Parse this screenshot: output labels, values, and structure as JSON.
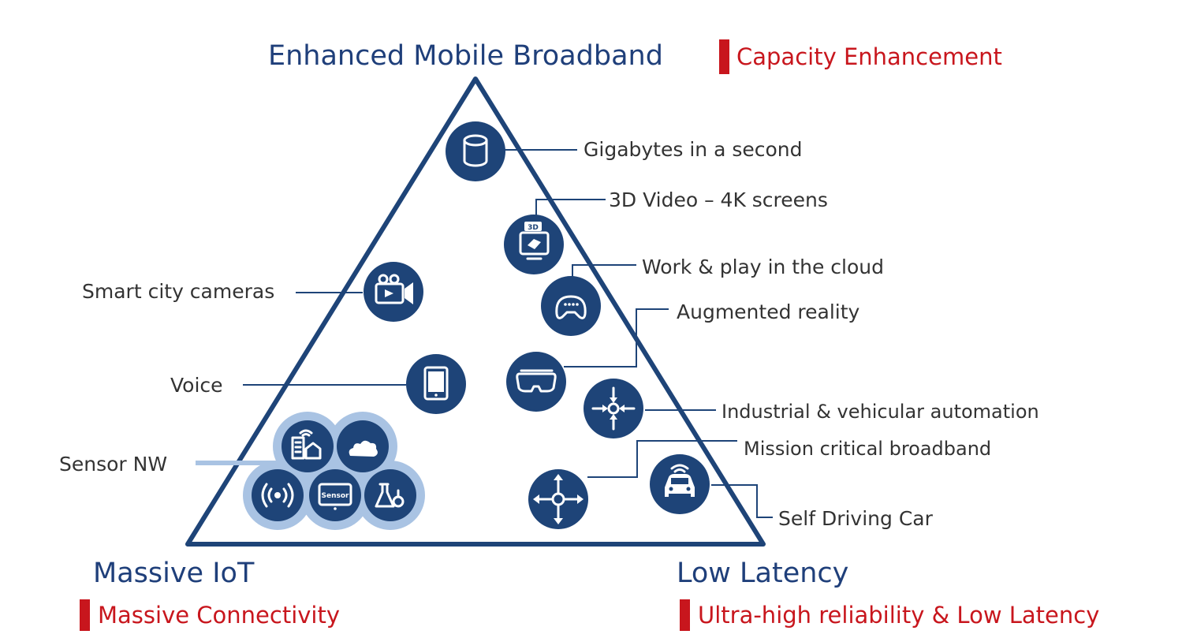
{
  "colors": {
    "navy": "#1e4478",
    "accent_red": "#c8161d",
    "label_gray": "#333333",
    "sensor_cluster_bg": "#a9c3e3"
  },
  "corners": {
    "top": {
      "title": "Enhanced Mobile Broadband",
      "subtitle": "Capacity Enhancement"
    },
    "bottom_left": {
      "title": "Massive IoT",
      "subtitle": "Massive Connectivity"
    },
    "bottom_right": {
      "title": "Low Latency",
      "subtitle": "Ultra-high reliability & Low Latency"
    }
  },
  "use_cases": [
    {
      "id": "gigabytes",
      "label": "Gigabytes in a second",
      "icon": "database-icon"
    },
    {
      "id": "video3d",
      "label": "3D Video – 4K screens",
      "icon": "3d-screen-icon"
    },
    {
      "id": "cloud_play",
      "label": "Work & play in the cloud",
      "icon": "gamepad-icon"
    },
    {
      "id": "ar",
      "label": "Augmented reality",
      "icon": "vr-headset-icon"
    },
    {
      "id": "smart_city",
      "label": "Smart city cameras",
      "icon": "video-camera-icon"
    },
    {
      "id": "voice",
      "label": "Voice",
      "icon": "tablet-icon"
    },
    {
      "id": "industrial",
      "label": "Industrial & vehicular automation",
      "icon": "converging-arrows-icon"
    },
    {
      "id": "mission",
      "label": "Mission critical broadband",
      "icon": "diverging-arrows-icon"
    },
    {
      "id": "self_driving",
      "label": "Self Driving Car",
      "icon": "car-icon"
    },
    {
      "id": "sensor_nw",
      "label": "Sensor NW",
      "icon": "sensor-cluster-icon"
    }
  ],
  "sensor_cluster": {
    "icons": [
      "smart-building-icon",
      "clouds-icon",
      "signal-broadcast-icon",
      "sensor-box-icon",
      "lab-flask-icon"
    ],
    "sensor_box_text": "Sensor"
  },
  "screen_badge_text": "3D"
}
